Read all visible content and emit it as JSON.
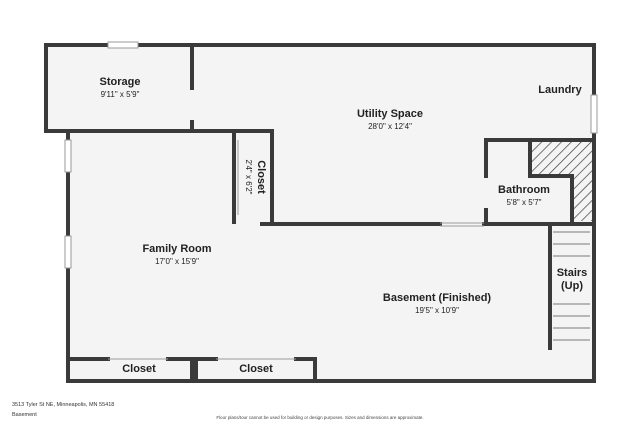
{
  "rooms": {
    "storage": {
      "name": "Storage",
      "dims": "9'11\" x 5'9\""
    },
    "utility": {
      "name": "Utility Space",
      "dims": "28'0\" x 12'4\""
    },
    "laundry": {
      "name": "Laundry"
    },
    "closet_vertical": {
      "name": "Closet",
      "dims": "2'4\" x 6'2\""
    },
    "bathroom": {
      "name": "Bathroom",
      "dims": "5'8\" x 5'7\""
    },
    "family_room": {
      "name": "Family Room",
      "dims": "17'0\" x 15'9\""
    },
    "stairs": {
      "name": "Stairs",
      "direction": "(Up)"
    },
    "basement": {
      "name": "Basement (Finished)",
      "dims": "19'5\" x 10'9\""
    },
    "closet_left": {
      "name": "Closet"
    },
    "closet_right": {
      "name": "Closet"
    }
  },
  "footer": {
    "address": "3513 Tyler St NE, Minneapolis, MN 55418",
    "level": "Basement",
    "disclaimer": "Floor plans/tour cannot be used for building or design purposes. Sizes and dimensions are approximate."
  },
  "colors": {
    "wall": "#3a3a3a",
    "floor": "#f4f4f4",
    "window": "#bdbdbd"
  }
}
